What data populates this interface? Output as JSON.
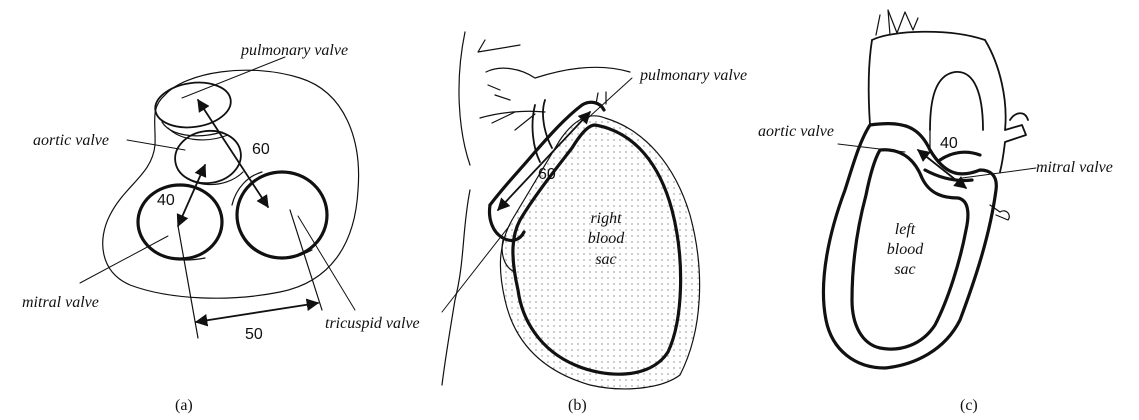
{
  "panel_a": {
    "labels": {
      "pulmonary_valve": "pulmonary valve",
      "aortic_valve": "aortic valve",
      "mitral_valve": "mitral valve",
      "tricuspid_valve": "tricuspid valve"
    },
    "dimensions": {
      "d60": "60",
      "d40": "40",
      "d50": "50"
    },
    "caption": "(a)"
  },
  "panel_b": {
    "labels": {
      "pulmonary_valve": "pulmonary valve",
      "sac_line1": "right",
      "sac_line2": "blood",
      "sac_line3": "sac"
    },
    "dimensions": {
      "d60": "60"
    },
    "caption": "(b)"
  },
  "panel_c": {
    "labels": {
      "aortic_valve": "aortic valve",
      "mitral_valve": "mitral valve",
      "sac_line1": "left",
      "sac_line2": "blood",
      "sac_line3": "sac"
    },
    "dimensions": {
      "d40": "40"
    },
    "caption": "(c)"
  }
}
